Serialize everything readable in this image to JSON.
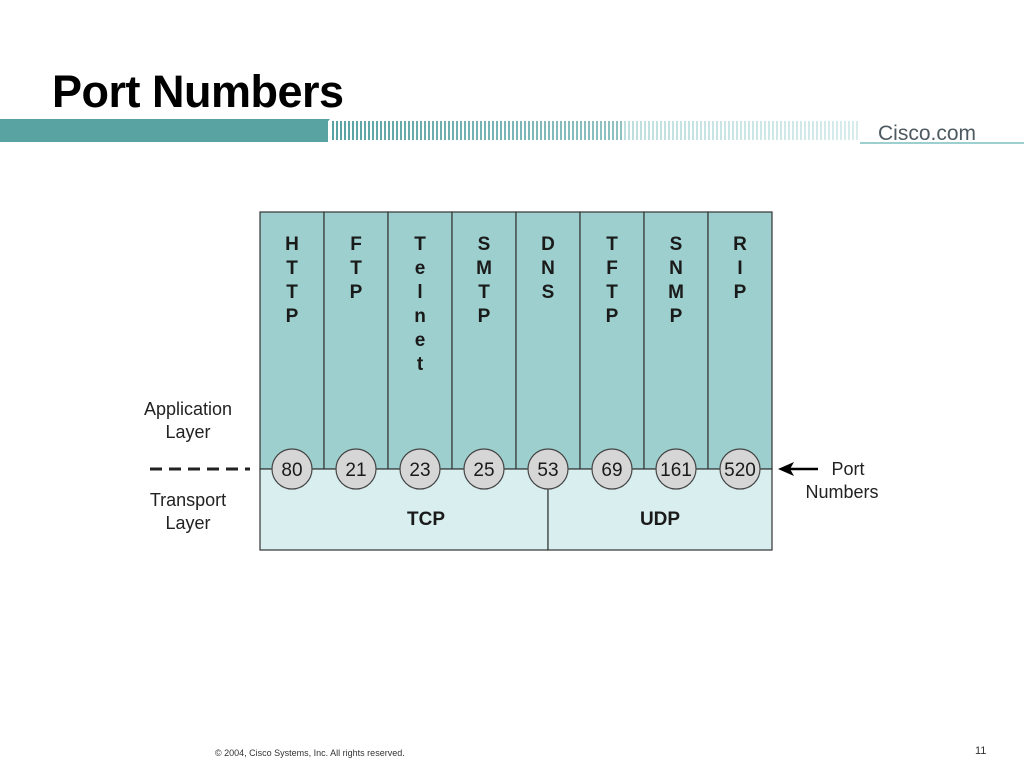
{
  "slide": {
    "title": "Port Numbers",
    "brand": "Cisco.com",
    "footer": "© 2004, Cisco Systems, Inc. All rights reserved.",
    "page_number": "11"
  },
  "diagram": {
    "labels": {
      "application_layer": [
        "Application",
        "Layer"
      ],
      "transport_layer": [
        "Transport",
        "Layer"
      ],
      "port_numbers": [
        "Port",
        "Numbers"
      ]
    },
    "protocols": [
      {
        "name": "HTTP",
        "letters": [
          "H",
          "T",
          "T",
          "P"
        ],
        "port": "80"
      },
      {
        "name": "FTP",
        "letters": [
          "F",
          "T",
          "P"
        ],
        "port": "21"
      },
      {
        "name": "Telnet",
        "letters": [
          "T",
          "e",
          "l",
          "n",
          "e",
          "t"
        ],
        "port": "23"
      },
      {
        "name": "SMTP",
        "letters": [
          "S",
          "M",
          "T",
          "P"
        ],
        "port": "25"
      },
      {
        "name": "DNS",
        "letters": [
          "D",
          "N",
          "S"
        ],
        "port": "53"
      },
      {
        "name": "TFTP",
        "letters": [
          "T",
          "F",
          "T",
          "P"
        ],
        "port": "69"
      },
      {
        "name": "SNMP",
        "letters": [
          "S",
          "N",
          "M",
          "P"
        ],
        "port": "161"
      },
      {
        "name": "RIP",
        "letters": [
          "R",
          "I",
          "P"
        ],
        "port": "520"
      }
    ],
    "transport": [
      {
        "name": "TCP"
      },
      {
        "name": "UDP"
      }
    ],
    "colors": {
      "application_fill": "#9ecfcf",
      "transport_fill": "#d9eeee",
      "port_circle": "#d6d6d6",
      "header_teal": "#5aa3a3",
      "border": "#333333"
    }
  }
}
